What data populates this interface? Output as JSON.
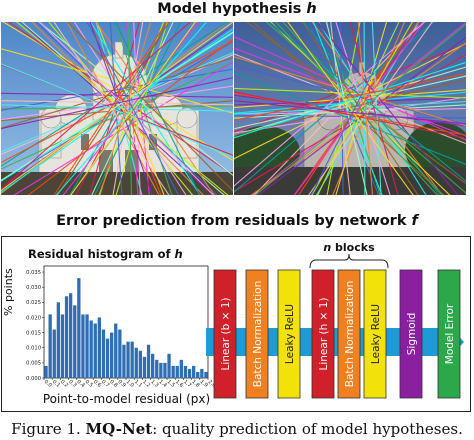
{
  "titles": {
    "top": "Model hypothesis h",
    "top_main": "Model hypothesis",
    "top_var": "h",
    "middle_main": "Error prediction from residuals by network",
    "middle_var": "f"
  },
  "histogram": {
    "title_main": "Residual histogram of",
    "title_var": "h",
    "xlabel": "Point-to-model residual (px)",
    "ylabel": "% points"
  },
  "network": {
    "blocks_label_var": "n",
    "blocks_label_rest": "blocks",
    "layers": [
      {
        "label": "Linear (b × 1)",
        "color": "#d0202a"
      },
      {
        "label": "Batch Normalization",
        "color": "#f08020"
      },
      {
        "label": "Leaky ReLU",
        "color": "#f2e20a"
      },
      {
        "label": "Linear (h × 1)",
        "color": "#d0202a"
      },
      {
        "label": "Batch Normalization",
        "color": "#f08020"
      },
      {
        "label": "Leaky ReLU",
        "color": "#f2e20a"
      },
      {
        "label": "Sigmoid",
        "color": "#8a1fa0"
      },
      {
        "label": "Model Error",
        "color": "#2aa84a"
      }
    ],
    "arrow_color": "#1e9ad6"
  },
  "caption": {
    "prefix": "Figure 1.",
    "name": "MQ-Net",
    "rest": ": quality prediction of model hypotheses."
  },
  "chart_data": {
    "type": "bar",
    "title": "Residual histogram of h",
    "xlabel": "Point-to-model residual (px)",
    "ylabel": "% points",
    "xlim": [
      0.0,
      2.0
    ],
    "ylim": [
      0.0,
      0.037
    ],
    "x_ticks": [
      "0.0",
      "0.1",
      "0.2",
      "0.3",
      "0.4",
      "0.5",
      "0.6",
      "0.7",
      "0.8",
      "0.9",
      "1.0",
      "1.1",
      "1.2",
      "1.3",
      "1.4",
      "1.5",
      "1.6",
      "1.7",
      "1.8",
      "1.9",
      "2.0"
    ],
    "y_ticks": [
      "0.000",
      "0.005",
      "0.010",
      "0.015",
      "0.020",
      "0.025",
      "0.030",
      "0.035"
    ],
    "bin_width": 0.05,
    "values": [
      0.004,
      0.021,
      0.016,
      0.025,
      0.021,
      0.027,
      0.028,
      0.024,
      0.033,
      0.021,
      0.021,
      0.019,
      0.018,
      0.02,
      0.016,
      0.013,
      0.015,
      0.018,
      0.016,
      0.011,
      0.012,
      0.012,
      0.01,
      0.009,
      0.007,
      0.011,
      0.008,
      0.006,
      0.005,
      0.005,
      0.008,
      0.004,
      0.004,
      0.006,
      0.004,
      0.003,
      0.004,
      0.002,
      0.003,
      0.002
    ],
    "grid": false,
    "color": "#2f6db4"
  }
}
